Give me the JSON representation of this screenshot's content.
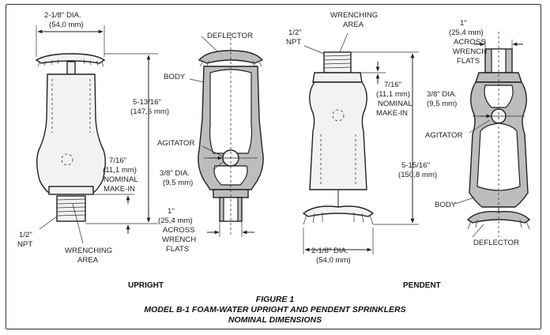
{
  "figure": {
    "title": "FIGURE 1",
    "subtitle_line1": "MODEL B-1 FOAM-WATER UPRIGHT AND PENDENT SPRINKLERS",
    "subtitle_line2": "NOMINAL DIMENSIONS"
  },
  "upright": {
    "heading": "UPRIGHT",
    "dia_line1": "2-1/8\" DIA.",
    "dia_line2": "(54,0 mm)",
    "height_line1": "5-13/16\"",
    "height_line2": "(147,6 mm)",
    "makein_line1": "7/16\"",
    "makein_line2": "(11,1 mm)",
    "makein_line3": "NOMINAL",
    "makein_line4": "MAKE-IN",
    "npt_line1": "1/2\"",
    "npt_line2": "NPT",
    "wrench_line1": "WRENCHING",
    "wrench_line2": "AREA",
    "deflector": "DEFLECTOR",
    "body": "BODY",
    "agitator": "AGITATOR",
    "agitator_dia_line1": "3/8\" DIA.",
    "agitator_dia_line2": "(9,5 mm)",
    "flats_line1": "1\"",
    "flats_line2": "(25,4 mm)",
    "flats_line3": "ACROSS",
    "flats_line4": "WRENCH",
    "flats_line5": "FLATS"
  },
  "pendent": {
    "heading": "PENDENT",
    "wrench_line1": "WRENCHING",
    "wrench_line2": "AREA",
    "npt_line1": "1/2\"",
    "npt_line2": "NPT",
    "makein_line1": "7/16\"",
    "makein_line2": "(11,1 mm)",
    "makein_line3": "NOMINAL",
    "makein_line4": "MAKE-IN",
    "height_line1": "5-15/16\"",
    "height_line2": "(150,8 mm)",
    "dia_line1": "2-1/8\" DIA.",
    "dia_line2": "(54,0 mm)",
    "flats_line1": "1\"",
    "flats_line2": "(25,4 mm)",
    "flats_line3": "ACROSS",
    "flats_line4": "WRENCH",
    "flats_line5": "FLATS",
    "agitator_dia_line1": "3/8\" DIA.",
    "agitator_dia_line2": "(9,5 mm)",
    "agitator": "AGITATOR",
    "body": "BODY",
    "deflector": "DEFLECTOR"
  }
}
